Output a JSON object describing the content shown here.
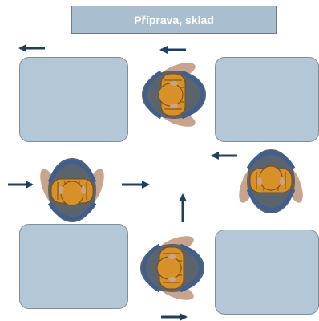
{
  "header": {
    "title": "Příprava, sklad"
  },
  "colors": {
    "title_bg": "#a9bfd0",
    "table_fill": "#b4c7d6",
    "arrow": "#1f3f5f",
    "chair_outer": "#5b636c",
    "chair_inner": "#3e5f8f",
    "body_orange": "#d89028",
    "skin": "#c8a48c"
  },
  "icons": [
    "arrow-left-icon",
    "arrow-right-icon",
    "arrow-up-icon",
    "person-icon"
  ],
  "workstations": [
    "top-center",
    "middle-right",
    "middle-left",
    "bottom-center"
  ]
}
